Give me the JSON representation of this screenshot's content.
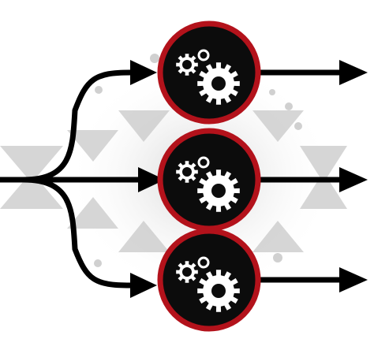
{
  "diagram": {
    "kind": "parallel-processing-flow",
    "input_arrows": 1,
    "process_nodes": [
      {
        "icon": "gears-icon"
      },
      {
        "icon": "gears-icon"
      },
      {
        "icon": "gears-icon"
      }
    ],
    "output_arrows": 3,
    "colors": {
      "node_ring": "#b3121b",
      "node_fill": "#0c0c0c",
      "gear": "#ffffff",
      "arrow": "#000000",
      "background_motif": "#c9c9c9"
    }
  }
}
